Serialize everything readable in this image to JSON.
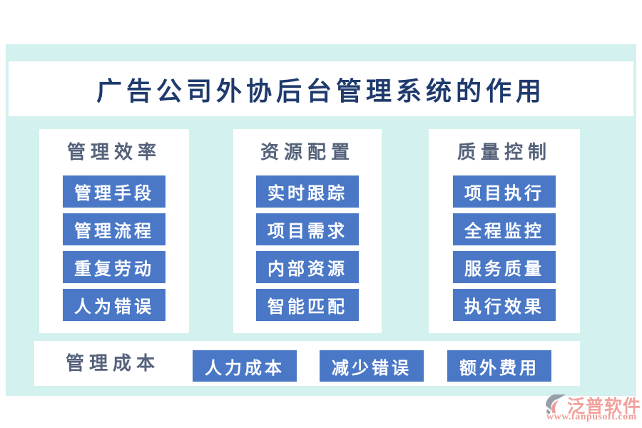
{
  "title": "广告公司外协后台管理系统的作用",
  "columns": [
    {
      "header": "管理效率",
      "items": [
        "管理手段",
        "管理流程",
        "重复劳动",
        "人为错误"
      ]
    },
    {
      "header": "资源配置",
      "items": [
        "实时跟踪",
        "项目需求",
        "内部资源",
        "智能匹配"
      ]
    },
    {
      "header": "质量控制",
      "items": [
        "项目执行",
        "全程监控",
        "服务质量",
        "执行效果"
      ]
    }
  ],
  "bottom": {
    "header": "管理成本",
    "items": [
      "人力成本",
      "减少错误",
      "额外费用"
    ]
  },
  "footer": {
    "brand": "泛普软件",
    "url": "www.fanpusoft.com",
    "logo_icon": "fanpu-logo-icon"
  },
  "colors": {
    "canvas_bg": "#ffffff",
    "container_bg": "#d3f1ee",
    "panel_bg": "#ffffff",
    "chip_bg": "#4a78c7",
    "chip_text": "#ffffff",
    "title_text": "#1f3a6d",
    "header_text": "#55627b",
    "brand_text": "#f0a29c",
    "logo_gray": "#979fa9"
  }
}
